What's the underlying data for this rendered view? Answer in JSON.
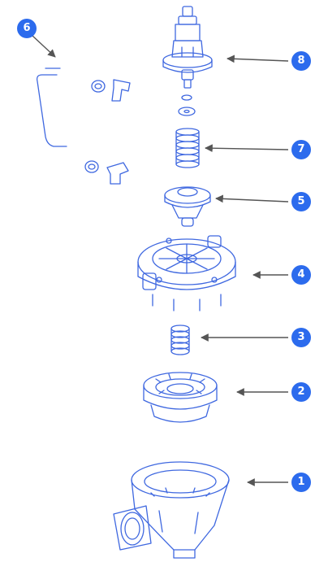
{
  "colors": {
    "accent": "#2C6BED",
    "line": "#3F68E0",
    "arrow": "#555555"
  },
  "labels": [
    "1",
    "2",
    "3",
    "4",
    "5",
    "6",
    "7",
    "8"
  ],
  "parts": [
    {
      "id": "1",
      "icon": "valve-body-icon"
    },
    {
      "id": "2",
      "icon": "flange-ring-icon"
    },
    {
      "id": "3",
      "icon": "lower-spring-icon"
    },
    {
      "id": "4",
      "icon": "valve-cover-icon"
    },
    {
      "id": "5",
      "icon": "diaphragm-plate-icon"
    },
    {
      "id": "6",
      "icon": "tubing-kit-icon"
    },
    {
      "id": "7",
      "icon": "upper-spring-icon"
    },
    {
      "id": "8",
      "icon": "pilot-head-icon"
    }
  ]
}
